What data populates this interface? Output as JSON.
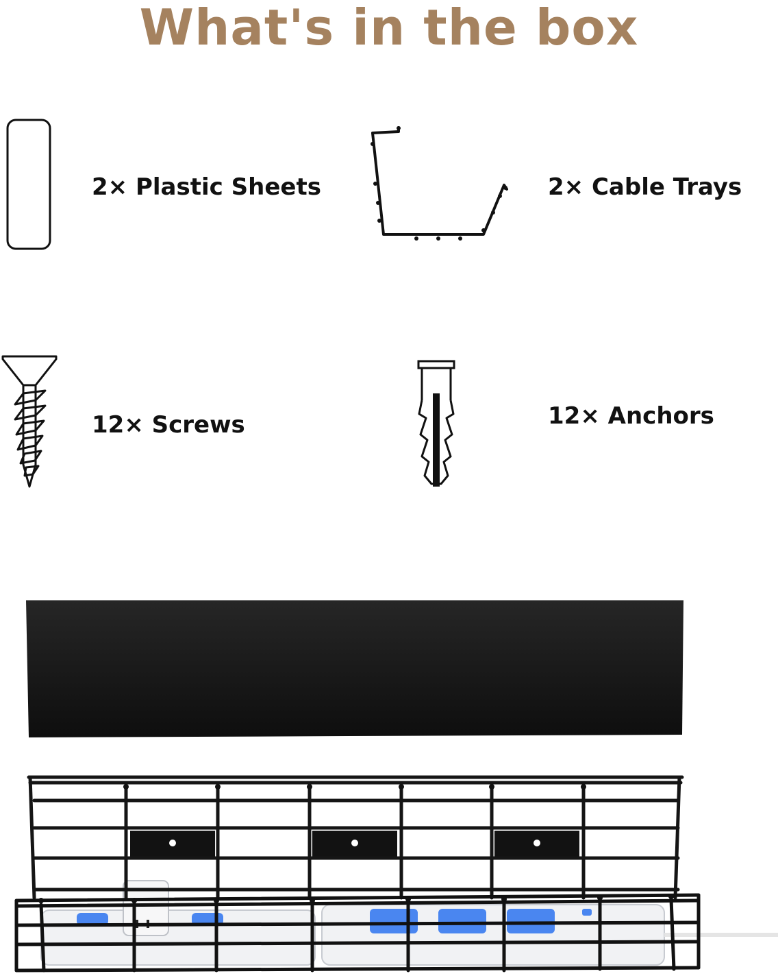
{
  "title": "What's in the box",
  "colors": {
    "title": "#a5825f",
    "text": "#111111",
    "sheet": "#1a1a1a",
    "tray": "#141414",
    "power_strip": "#f2f3f5",
    "socket": "#4a86f0"
  },
  "items": [
    {
      "label": "2× Plastic Sheets",
      "icon": "plastic-sheet-icon"
    },
    {
      "label": "2× Cable Trays",
      "icon": "cable-tray-icon"
    },
    {
      "label": "12× Screws",
      "icon": "screw-icon"
    },
    {
      "label": "12× Anchors",
      "icon": "anchor-icon"
    }
  ]
}
